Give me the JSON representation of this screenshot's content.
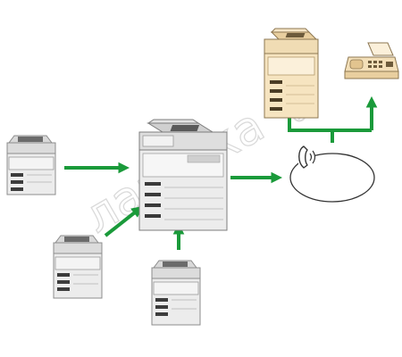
{
  "diagram": {
    "watermark": {
      "text": "лазерка",
      "mark": "®",
      "color": "#d6d6d6"
    },
    "colors": {
      "arrow": "#1a9a3a",
      "device_body": "#e8e8e8",
      "device_dark": "#7a7a7a",
      "device_outline": "#8c8c8c",
      "remote_device_body": "#f2dcb4",
      "network_ring": "#333333"
    },
    "icons": {
      "network": "telephone-handset-icon",
      "remote_printer": "multifunction-printer-icon",
      "remote_fax": "fax-machine-icon"
    },
    "nodes": [
      {
        "id": "sender-left",
        "kind": "printer",
        "role": "sender"
      },
      {
        "id": "sender-bottom-left",
        "kind": "printer",
        "role": "sender"
      },
      {
        "id": "sender-bottom",
        "kind": "printer",
        "role": "sender"
      },
      {
        "id": "relay-hub",
        "kind": "large-printer",
        "role": "hub"
      },
      {
        "id": "telephone-network",
        "kind": "network",
        "role": "line"
      },
      {
        "id": "remote-printer",
        "kind": "printer",
        "role": "recipient"
      },
      {
        "id": "remote-fax",
        "kind": "fax",
        "role": "recipient"
      }
    ],
    "edges": [
      {
        "from": "sender-left",
        "to": "relay-hub"
      },
      {
        "from": "sender-bottom-left",
        "to": "relay-hub"
      },
      {
        "from": "sender-bottom",
        "to": "relay-hub"
      },
      {
        "from": "relay-hub",
        "to": "telephone-network"
      },
      {
        "from": "telephone-network",
        "to": "remote-printer"
      },
      {
        "from": "telephone-network",
        "to": "remote-fax"
      }
    ]
  }
}
